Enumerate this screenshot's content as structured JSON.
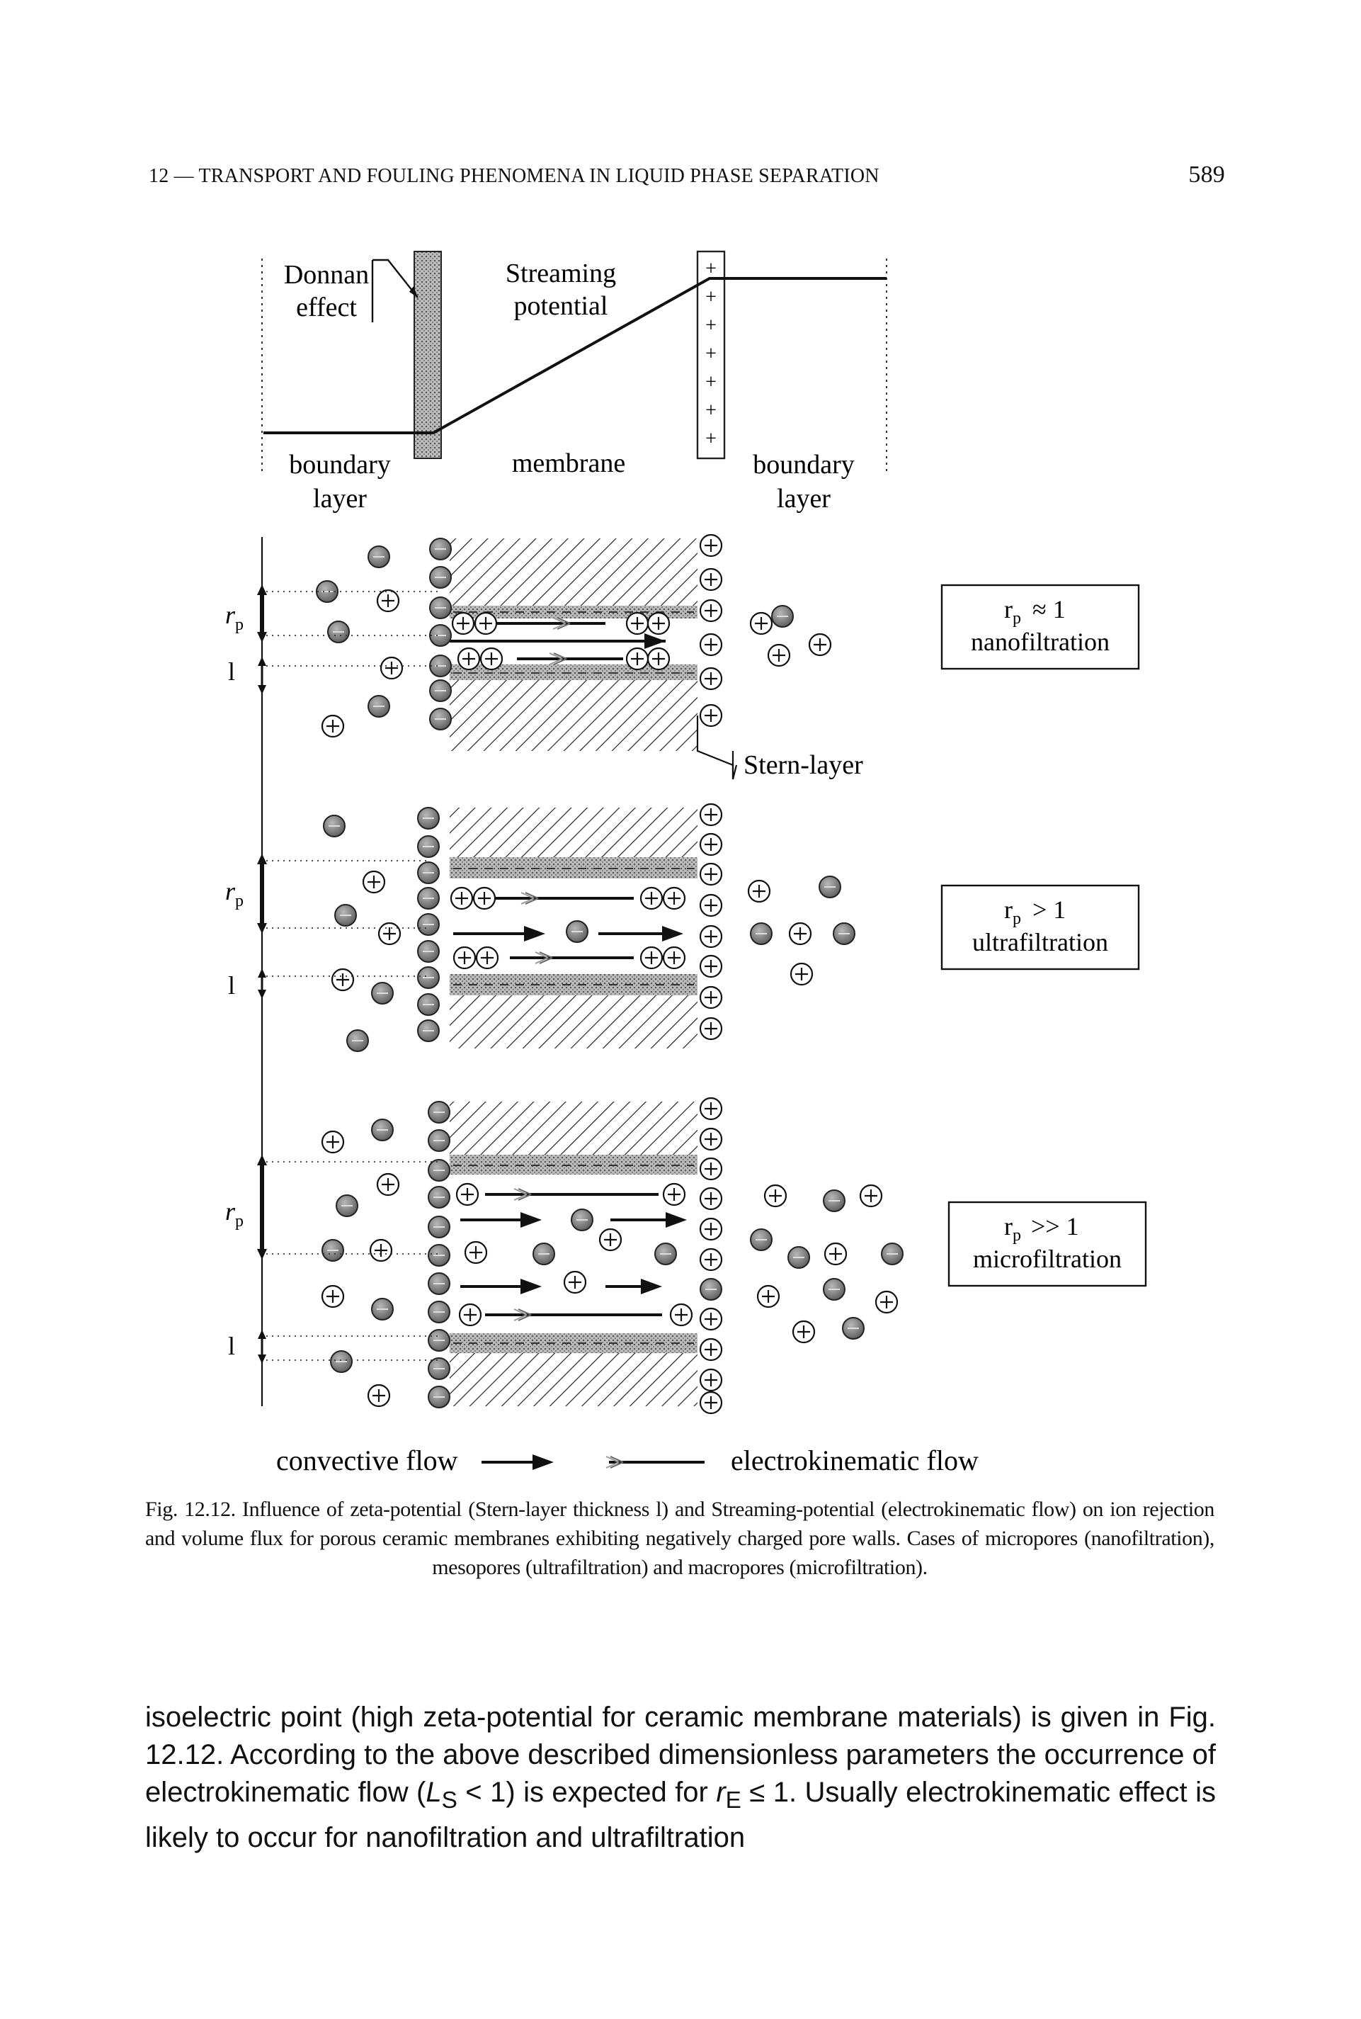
{
  "header": {
    "running_title": "12 — TRANSPORT AND FOULING PHENOMENA IN LIQUID PHASE SEPARATION",
    "page_number": "589"
  },
  "figure": {
    "top_diagram": {
      "donnan_line1": "Donnan",
      "donnan_line2": "effect",
      "streaming_line1": "Streaming",
      "streaming_line2": "potential",
      "boundary_left_line1": "boundary",
      "boundary_left_line2": "layer",
      "membrane": "membrane",
      "boundary_right_line1": "boundary",
      "boundary_right_line2": "layer"
    },
    "symbols": {
      "rp": "r",
      "rp_sub": "p",
      "l": "l"
    },
    "panels": [
      {
        "box_line1": "≈ 1",
        "box_line2": "nanofiltration",
        "stern_label": "Stern-layer"
      },
      {
        "box_line1": "> 1",
        "box_line2": "ultrafiltration"
      },
      {
        "box_line1": ">> 1",
        "box_line2": "microfiltration"
      }
    ],
    "legend": {
      "convective": "convective flow",
      "electrokinematic": "electrokinematic flow"
    },
    "colors": {
      "hatch": "#222222",
      "stern_band": "#9a9a9a",
      "neg_ion": "#7a7a7a",
      "membrane_fill": "#8c8c8c"
    }
  },
  "caption": "Fig. 12.12. Influence of zeta-potential (Stern-layer thickness l) and Streaming-potential (electrokinematic flow) on ion rejection and volume flux for porous ceramic membranes exhibiting negatively charged pore walls. Cases of micropores (nanofiltration), mesopores (ultrafiltration) and macropores (microfiltration).",
  "body": {
    "part1": "isoelectric point (high zeta-potential for ceramic membrane materials) is given in Fig. 12.12. According to the above described dimensionless parameters the occurrence of electrokinematic flow (",
    "ls": "L",
    "ls_sub": "S",
    "part2": " < 1) is expected for ",
    "re": "r",
    "re_sub": "E",
    "part3": " ≤ 1. Usually electrokinematic effect is likely to occur for nanofiltration and ultrafiltration"
  }
}
